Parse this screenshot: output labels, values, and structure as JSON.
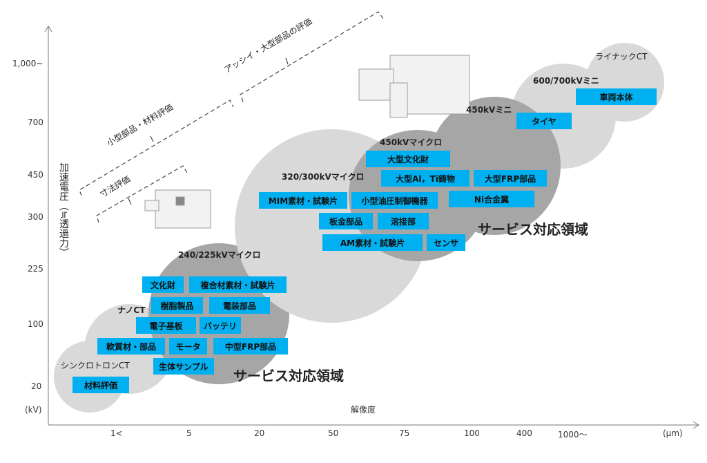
{
  "axes": {
    "y_label": "加速電圧（≒透過力）",
    "y_unit": "(kV)",
    "x_label": "解像度",
    "x_unit": "(μm)",
    "y_ticks": [
      "1,000~",
      "700",
      "450",
      "300",
      "225",
      "100",
      "20"
    ],
    "x_ticks": [
      "1<",
      "5",
      "20",
      "50",
      "75",
      "100",
      "400",
      "1000〜"
    ]
  },
  "categories": [
    "寸法評価",
    "小型部品・材料評価",
    "アッシイ・大型部品の評価"
  ],
  "systems": [
    "シンクロトロンCT",
    "ナノCT",
    "240/225kVマイクロ",
    "320/300kVマイクロ",
    "450kVマイクロ",
    "450kVミニ",
    "600/700kVミニ",
    "ライナックCT"
  ],
  "applications": [
    "材料評価",
    "軟質材・部品",
    "モータ",
    "中型FRP部品",
    "生体サンプル",
    "電子基板",
    "バッテリ",
    "樹脂製品",
    "電装部品",
    "文化財",
    "複合材素材・試験片",
    "MIM素材・試験片",
    "小型油圧制御機器",
    "板金部品",
    "溶接部",
    "AM素材・試験片",
    "センサ",
    "大型文化財",
    "大型Al，Ti鋳物",
    "大型FRP部品",
    "Ni合金翼",
    "タイヤ",
    "車両本体"
  ],
  "service_area": "サービス対応領域",
  "colors": {
    "box": "#00b0f0",
    "light": "#d9d9d9",
    "dark": "#a6a6a6"
  }
}
